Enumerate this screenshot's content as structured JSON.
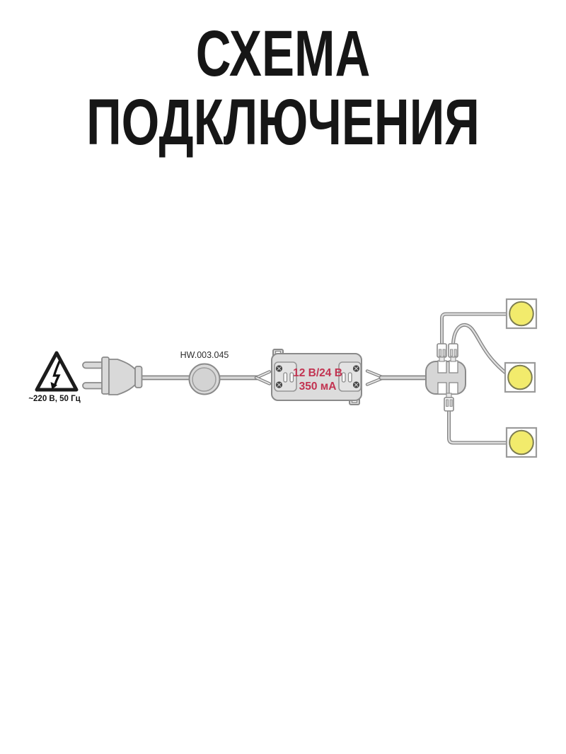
{
  "title": {
    "line1": "СХЕМА",
    "line2": "ПОДКЛЮЧЕНИЯ"
  },
  "labels": {
    "mains": "~220 В, 50 Гц",
    "switch_model": "HW.003.045",
    "driver_voltage": "12 В/24 В",
    "driver_current": "350 мА"
  },
  "icons": [
    "high-voltage-warning-icon",
    "power-plug-icon",
    "inline-switch-icon",
    "led-driver-icon",
    "distributor-icon",
    "connector-plug-icon",
    "led-module-icon"
  ],
  "led_count": 3,
  "colors": {
    "title_text": "#161616",
    "accent_red": "#c23351",
    "led_yellow": "#f2eb6c",
    "led_ring": "#7d7d52",
    "component_fill": "#dcdcdc",
    "component_stroke": "#8a8a8a",
    "wire_core": "#d8d8d8",
    "wire_edge": "#828282",
    "background": "#ffffff"
  }
}
